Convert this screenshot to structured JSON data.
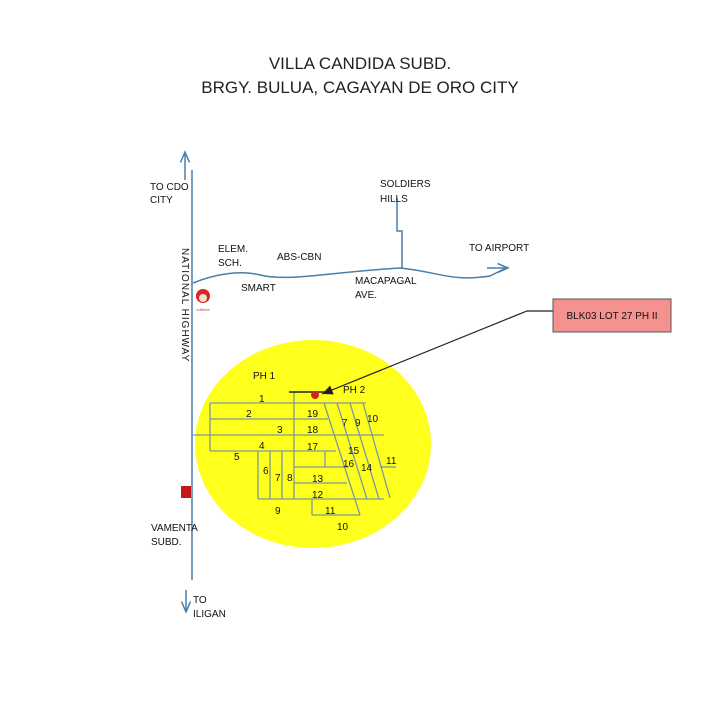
{
  "title": {
    "line1": "VILLA CANDIDA SUBD.",
    "line2": "BRGY. BULUA, CAGAYAN DE ORO CITY"
  },
  "landmarks": {
    "to_cdo_1": "TO CDO",
    "to_cdo_2": "CITY",
    "highway": "NATIONAL HIGHWAY",
    "elem_1": "ELEM.",
    "elem_2": "SCH.",
    "abs_cbn": "ABS-CBN",
    "smart": "SMART",
    "soldiers_1": "SOLDIERS",
    "soldiers_2": "HILLS",
    "to_airport": "TO AIRPORT",
    "macapagal_1": "MACAPAGAL",
    "macapagal_2": "AVE.",
    "vamenta_1": "VAMENTA",
    "vamenta_2": "SUBD.",
    "to_iligan_1": "TO",
    "to_iligan_2": "ILIGAN",
    "jollibee": "Jollibee"
  },
  "callout": {
    "label": "BLK03 LOT 27 PH II",
    "fill": "#f4928f"
  },
  "phases": {
    "ph1": "PH 1",
    "ph2": "PH 2"
  },
  "blocks": {
    "b1": "1",
    "b2": "2",
    "b3": "3",
    "b4": "4",
    "b5": "5",
    "b6": "6",
    "b7": "7",
    "b8": "8",
    "b9": "9",
    "b10": "10",
    "b11": "11",
    "b12": "12",
    "b13": "13",
    "b17": "17",
    "b18": "18",
    "b19": "19",
    "p7": "7",
    "p9": "9",
    "p10": "10",
    "p11": "11",
    "p14": "14",
    "p15": "15",
    "p16": "16"
  },
  "colors": {
    "area": "#ffff1e",
    "road": "#4a7fa8",
    "marker": "#cc2a1a"
  }
}
